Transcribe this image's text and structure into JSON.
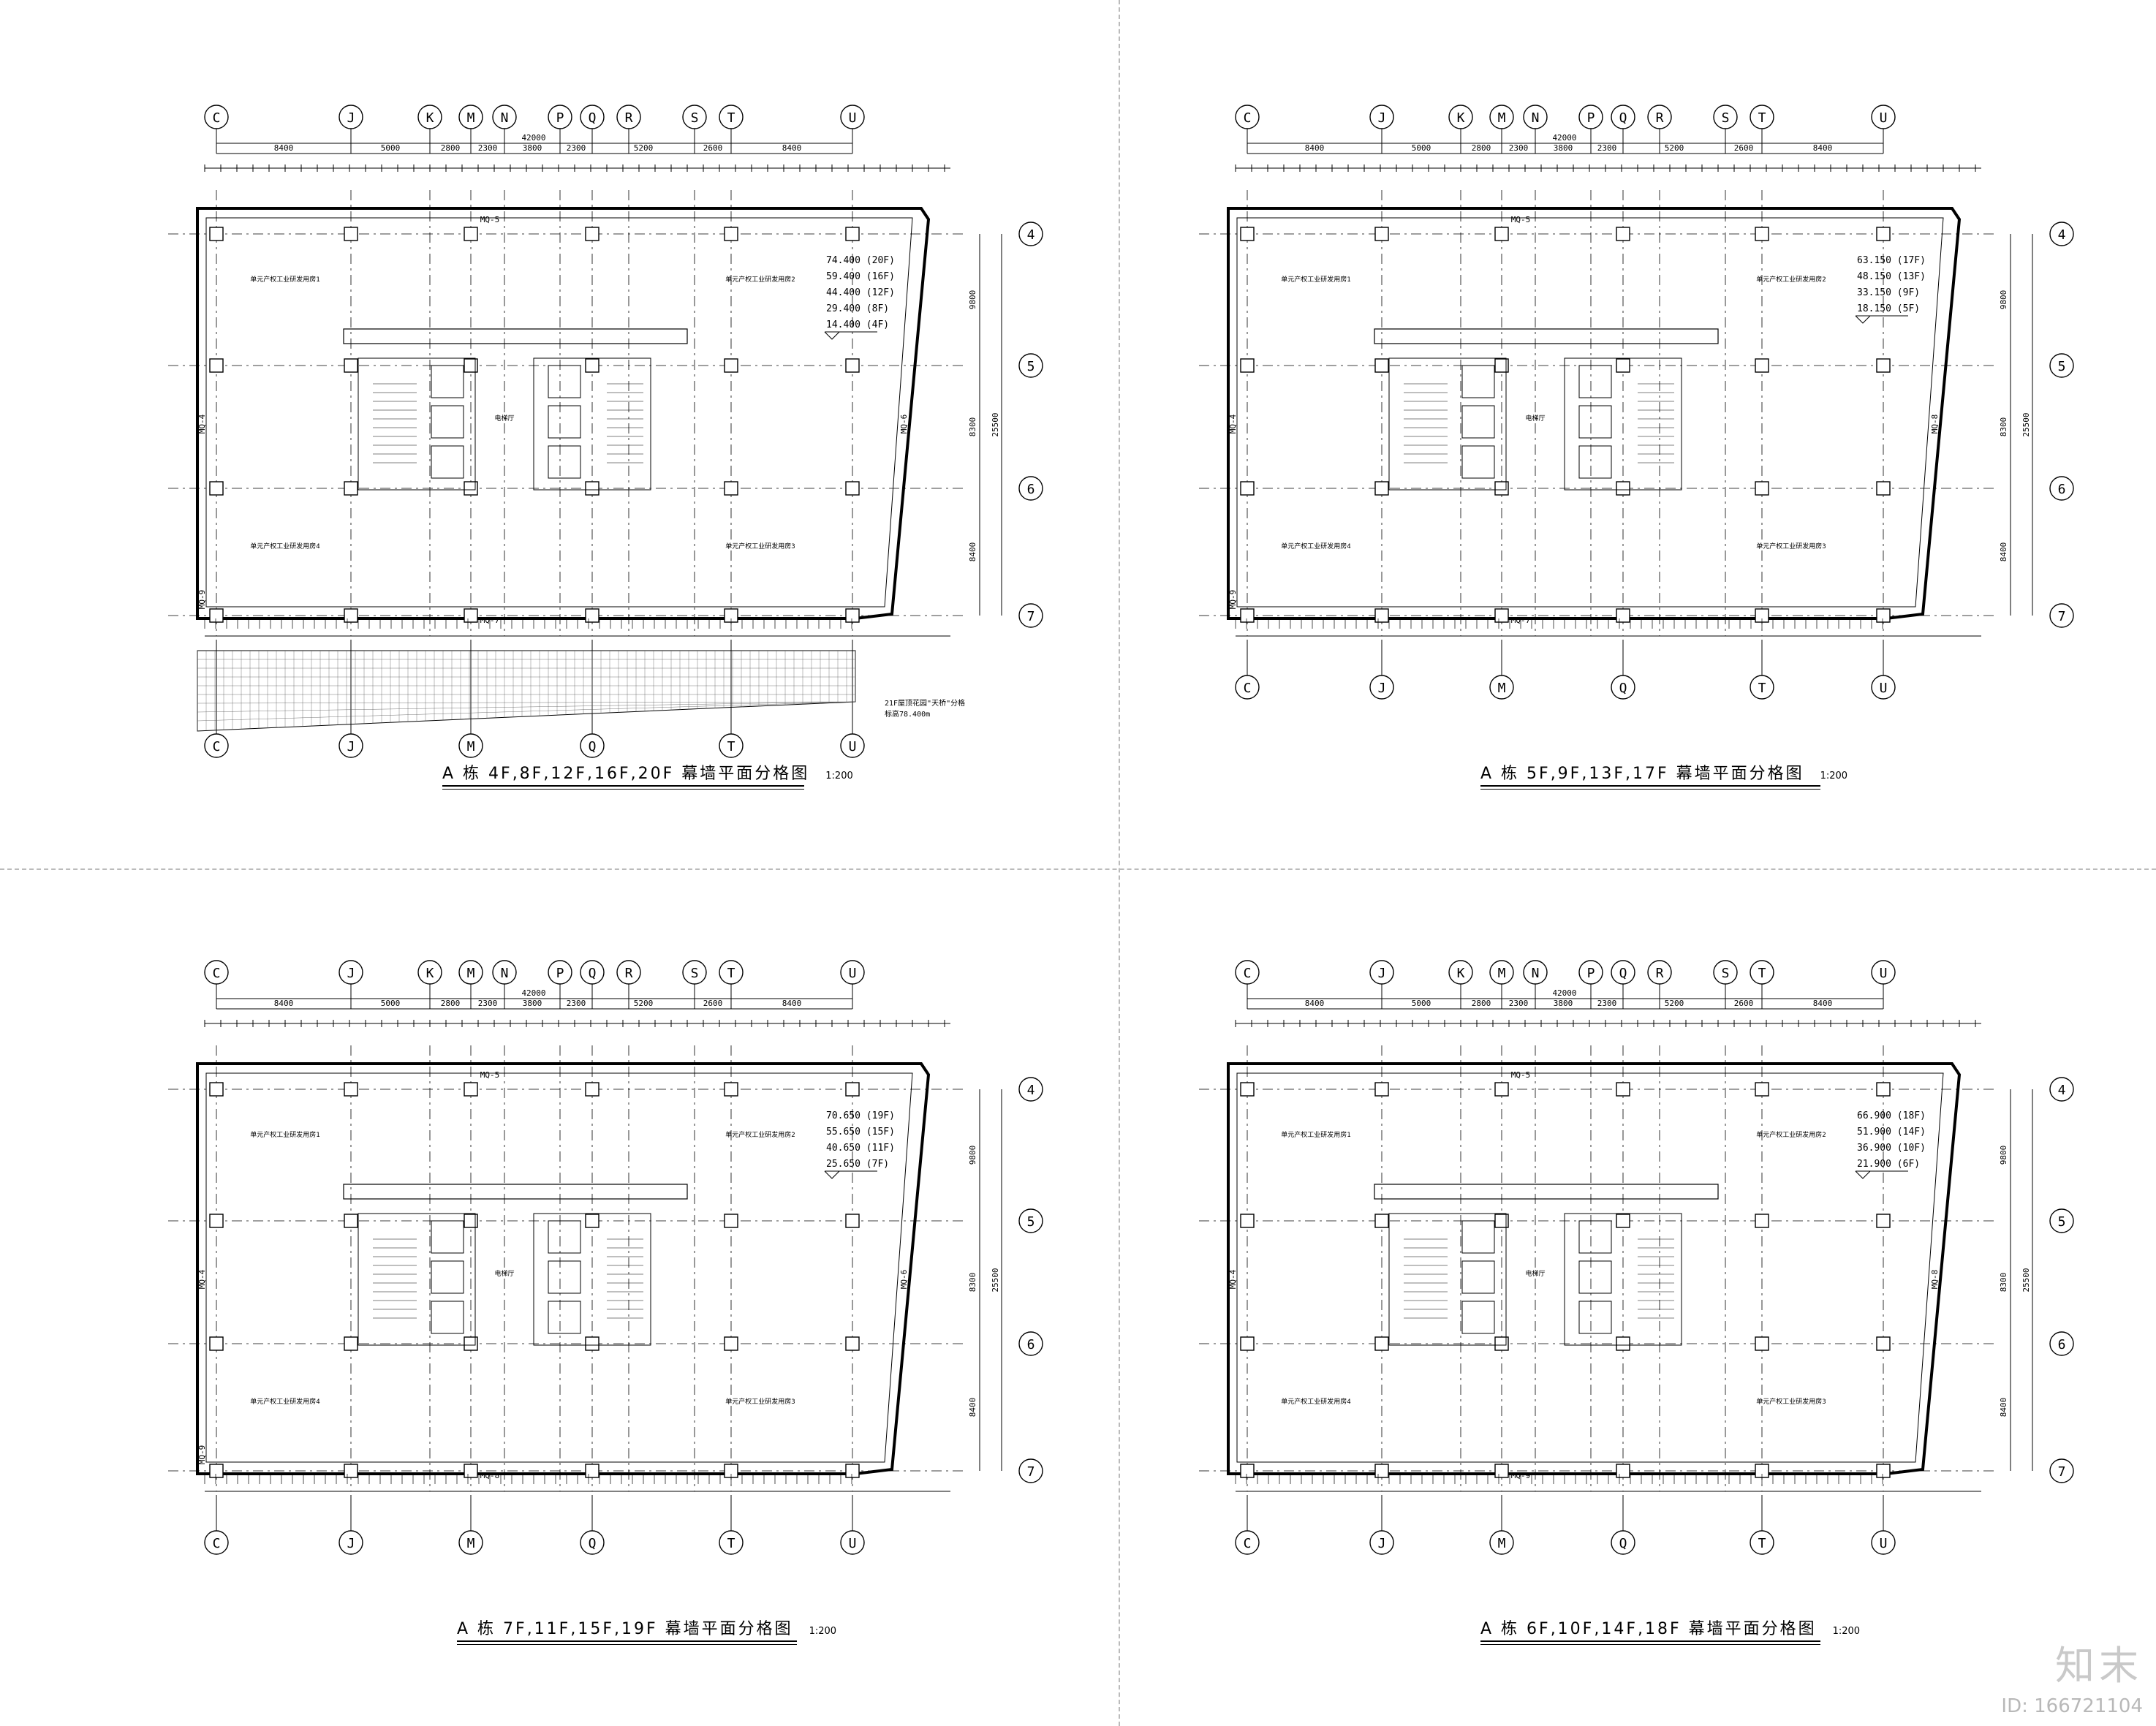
{
  "sheet": {
    "panels": [
      {
        "title": "A 栋 4F,8F,12F,16F,20F 幕墙平面分格图",
        "scale": "1:200",
        "levels": [
          "74.400 (20F)",
          "59.400 (16F)",
          "44.400 (12F)",
          "29.400 (8F)",
          "14.400 (4F)"
        ],
        "top_axes": [
          "C",
          "J",
          "K",
          "M",
          "N",
          "P",
          "Q",
          "R",
          "S",
          "T",
          "U"
        ],
        "bottom_axes": [
          "C",
          "J",
          "M",
          "Q",
          "T",
          "U"
        ],
        "right_axes": [
          "4",
          "5",
          "6",
          "7"
        ],
        "top_dims": [
          "8400",
          "5000",
          "2800",
          "2300",
          "3800",
          "2300",
          "5200",
          "2600",
          "8400"
        ],
        "overall_dim": "42000",
        "right_dims": [
          "9800",
          "8300",
          "8400"
        ],
        "right_overall": "25500",
        "curtain_labels": [
          "MQ-5",
          "MQ-4",
          "MQ-6",
          "MQ-7",
          "MQ-9"
        ],
        "rooms": [
          "单元产权工业研发用房1",
          "单元产权工业研发用房2",
          "单元产权工业研发用房3",
          "单元产权工业研发用房4",
          "电梯厅"
        ],
        "canopy_note": "21F屋顶花园\"天桥\"分格",
        "canopy_level": "标高78.400m"
      },
      {
        "title": "A 栋 5F,9F,13F,17F 幕墙平面分格图",
        "scale": "1:200",
        "levels": [
          "63.150 (17F)",
          "48.150 (13F)",
          "33.150 (9F)",
          "18.150 (5F)"
        ],
        "top_axes": [
          "C",
          "J",
          "K",
          "M",
          "N",
          "P",
          "Q",
          "R",
          "S",
          "T",
          "U"
        ],
        "bottom_axes": [
          "C",
          "J",
          "M",
          "Q",
          "T",
          "U"
        ],
        "right_axes": [
          "4",
          "5",
          "6",
          "7"
        ],
        "top_dims": [
          "8400",
          "5000",
          "2800",
          "2300",
          "3800",
          "2300",
          "5200",
          "2600",
          "8400"
        ],
        "overall_dim": "42000",
        "right_dims": [
          "9800",
          "8300",
          "8400"
        ],
        "right_overall": "25500",
        "curtain_labels": [
          "MQ-5",
          "MQ-4",
          "MQ-8",
          "MQ-7",
          "MQ-9"
        ],
        "rooms": [
          "单元产权工业研发用房1",
          "单元产权工业研发用房2",
          "单元产权工业研发用房3",
          "单元产权工业研发用房4",
          "电梯厅"
        ]
      },
      {
        "title": "A 栋 7F,11F,15F,19F 幕墙平面分格图",
        "scale": "1:200",
        "levels": [
          "70.650 (19F)",
          "55.650 (15F)",
          "40.650 (11F)",
          "25.650 (7F)"
        ],
        "top_axes": [
          "C",
          "J",
          "K",
          "M",
          "N",
          "P",
          "Q",
          "R",
          "S",
          "T",
          "U"
        ],
        "bottom_axes": [
          "C",
          "J",
          "M",
          "Q",
          "T",
          "U"
        ],
        "right_axes": [
          "4",
          "5",
          "6",
          "7"
        ],
        "top_dims": [
          "8400",
          "5000",
          "2800",
          "2300",
          "3800",
          "2300",
          "5200",
          "2600",
          "8400"
        ],
        "overall_dim": "42000",
        "right_dims": [
          "9800",
          "8300",
          "8400"
        ],
        "right_overall": "25500",
        "curtain_labels": [
          "MQ-5",
          "MQ-4",
          "MQ-6",
          "MQ-8",
          "MQ-9"
        ],
        "rooms": [
          "单元产权工业研发用房1",
          "单元产权工业研发用房2",
          "单元产权工业研发用房3",
          "单元产权工业研发用房4",
          "电梯厅"
        ]
      },
      {
        "title": "A 栋 6F,10F,14F,18F 幕墙平面分格图",
        "scale": "1:200",
        "levels": [
          "66.900 (18F)",
          "51.900 (14F)",
          "36.900 (10F)",
          "21.900 (6F)"
        ],
        "top_axes": [
          "C",
          "J",
          "K",
          "M",
          "N",
          "P",
          "Q",
          "R",
          "S",
          "T",
          "U"
        ],
        "bottom_axes": [
          "C",
          "J",
          "M",
          "Q",
          "T",
          "U"
        ],
        "right_axes": [
          "4",
          "5",
          "6",
          "7"
        ],
        "top_dims": [
          "8400",
          "5000",
          "2800",
          "2300",
          "3800",
          "2300",
          "5200",
          "2600",
          "8400"
        ],
        "overall_dim": "42000",
        "right_dims": [
          "9800",
          "8300",
          "8400"
        ],
        "right_overall": "25500",
        "curtain_labels": [
          "MQ-5",
          "MQ-4",
          "MQ-8",
          "MQ-9"
        ],
        "rooms": [
          "单元产权工业研发用房1",
          "单元产权工业研发用房2",
          "单元产权工业研发用房3",
          "单元产权工业研发用房4",
          "电梯厅"
        ]
      }
    ]
  },
  "watermark": {
    "brand": "知末",
    "id": "ID: 166721104"
  }
}
